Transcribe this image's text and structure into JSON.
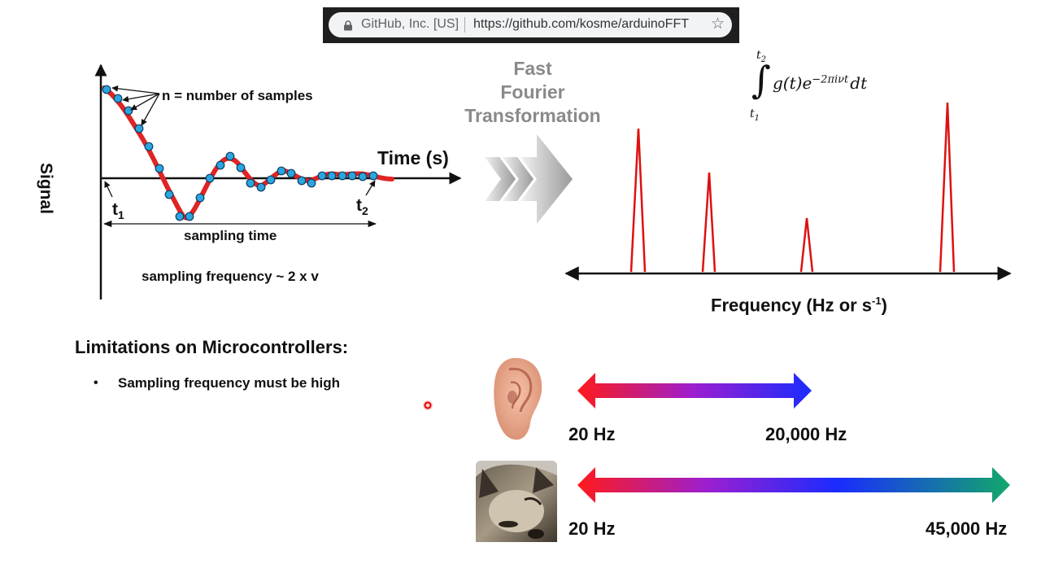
{
  "browser": {
    "org": "GitHub, Inc. [US]",
    "url": "https://github.com/kosme/arduinoFFT",
    "icons": [
      "lock-icon",
      "star-icon"
    ]
  },
  "signal_plot": {
    "y_label": "Signal",
    "x_label": "Time (s)",
    "samples_note": "n = number of samples",
    "t1": "t",
    "t1_sub": "1",
    "t2": "t",
    "t2_sub": "2",
    "sampling_time": "sampling time",
    "sampling_frequency": "sampling frequency ~ 2 x v",
    "colors": {
      "curve": "#e02424",
      "sample": "#2aa5dd"
    }
  },
  "fft": {
    "line1": "Fast",
    "line2": "Fourier",
    "line3": "Transformation",
    "formula": {
      "upper_limit": "t",
      "upper_sub": "2",
      "lower_limit": "t",
      "lower_sub": "1",
      "integrand": "g(t)e",
      "exponent": "−2πiνt",
      "differential": "dt"
    }
  },
  "spectrum": {
    "x_label": "Frequency (Hz or s",
    "x_label_sup": "-1",
    "x_label_close": ")",
    "peak_color": "#dd1111"
  },
  "limitations": {
    "heading": "Limitations on Microcontrollers:",
    "bullet": "•",
    "item1": "Sampling frequency must be high"
  },
  "hearing": {
    "human": {
      "low": "20 Hz",
      "high": "20,000 Hz"
    },
    "dog": {
      "low": "20 Hz",
      "high": "45,000 Hz"
    },
    "colors": {
      "red": "#ff1a1a",
      "purple": "#9b1fd0",
      "blue": "#1a2bff",
      "green": "#13a86a"
    }
  }
}
